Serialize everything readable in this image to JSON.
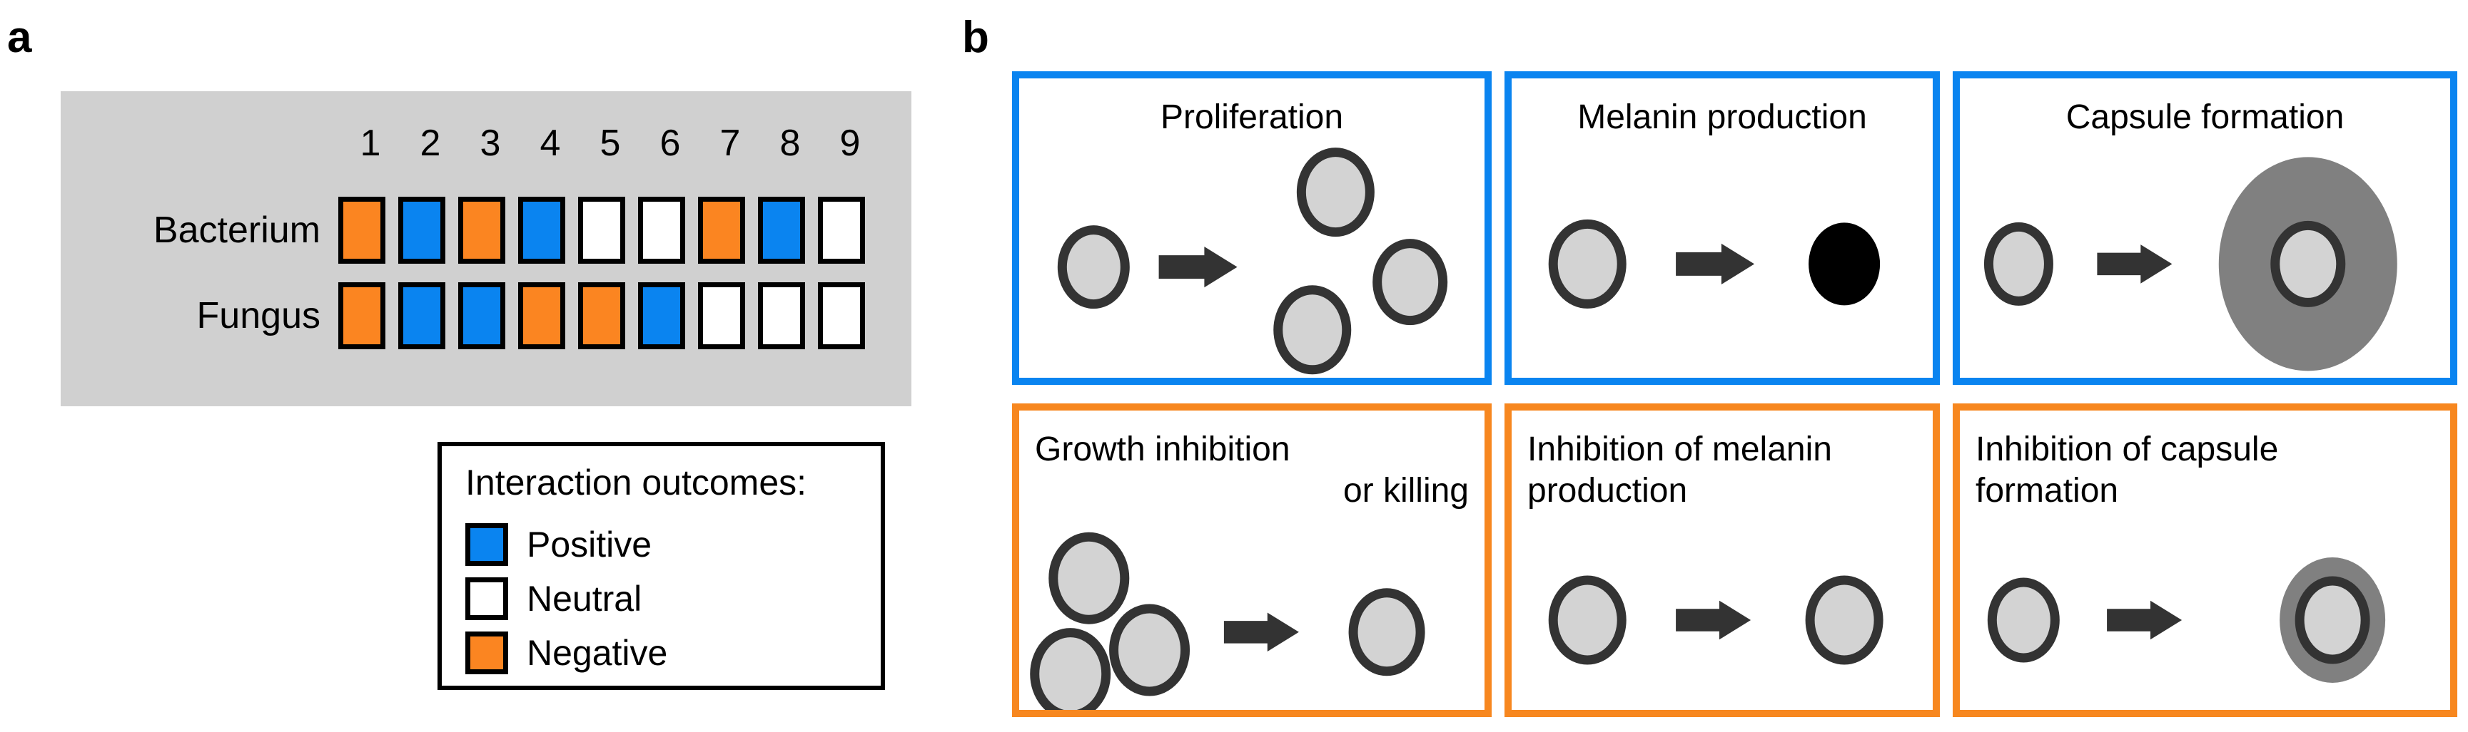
{
  "figure": {
    "panel_a_letter": "a",
    "panel_b_letter": "b"
  },
  "colors": {
    "positive": "#0a84f0",
    "negative": "#fb8521",
    "neutral": "#ffffff",
    "panel_background": "#d0d0d0",
    "cell_fill": "#d3d3d3",
    "cell_outline": "#333333",
    "capsule": "#808080",
    "melanized": "#000000",
    "arrow": "#333333"
  },
  "panel_a": {
    "column_headers": [
      "1",
      "2",
      "3",
      "4",
      "5",
      "6",
      "7",
      "8",
      "9"
    ],
    "rows": [
      {
        "label": "Bacterium",
        "outcomes": [
          "negative",
          "positive",
          "negative",
          "positive",
          "neutral",
          "neutral",
          "negative",
          "positive",
          "neutral"
        ]
      },
      {
        "label": "Fungus",
        "outcomes": [
          "negative",
          "positive",
          "positive",
          "negative",
          "negative",
          "positive",
          "neutral",
          "neutral",
          "neutral"
        ]
      }
    ],
    "legend": {
      "title": "Interaction outcomes:",
      "items": [
        {
          "key": "positive",
          "label": "Positive"
        },
        {
          "key": "neutral",
          "label": "Neutral"
        },
        {
          "key": "negative",
          "label": "Negative"
        }
      ]
    }
  },
  "panel_b": {
    "boxes": [
      {
        "title_line1": "Proliferation",
        "title_line2": "",
        "outcome": "positive",
        "align": "center",
        "diagram": "one-cell-to-three-cells"
      },
      {
        "title_line1": "Melanin production",
        "title_line2": "",
        "outcome": "positive",
        "align": "center",
        "diagram": "cell-to-black-cell"
      },
      {
        "title_line1": "Capsule formation",
        "title_line2": "",
        "outcome": "positive",
        "align": "center",
        "diagram": "cell-to-large-capsule-cell"
      },
      {
        "title_line1": "Growth inhibition",
        "title_line2": "or killing",
        "outcome": "negative",
        "align": "right2",
        "diagram": "three-cells-to-one-cell"
      },
      {
        "title_line1": "Inhibition of melanin",
        "title_line2": "production",
        "outcome": "negative",
        "align": "left",
        "diagram": "cell-to-cell"
      },
      {
        "title_line1": "Inhibition of capsule",
        "title_line2": "formation",
        "outcome": "negative",
        "align": "left",
        "diagram": "cell-to-small-capsule-cell"
      }
    ]
  }
}
